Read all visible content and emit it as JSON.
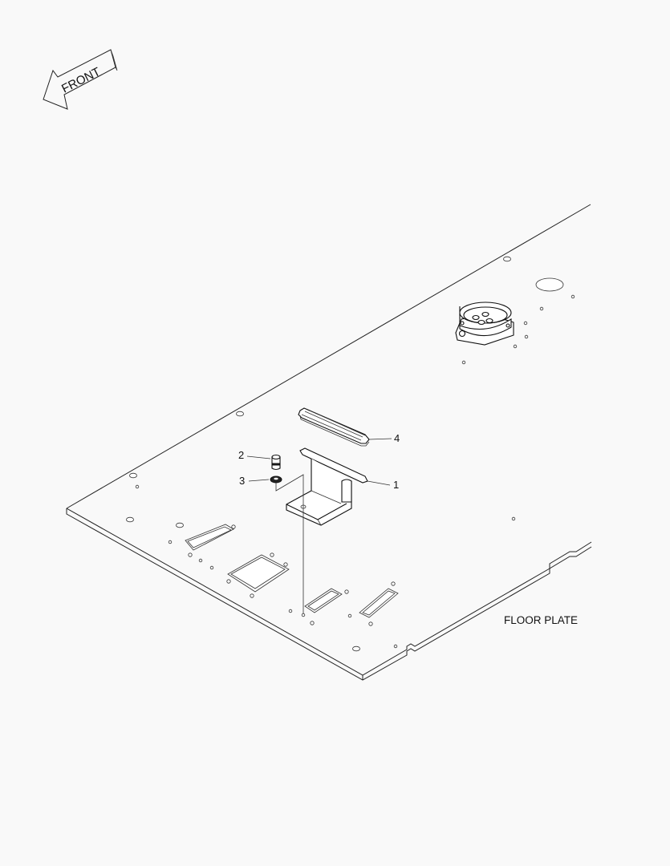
{
  "orientation": {
    "label": "FRONT",
    "icon": "front-arrow-icon"
  },
  "assembly": {
    "caption": "FLOOR PLATE"
  },
  "callouts": [
    {
      "id": "1",
      "text": "1"
    },
    {
      "id": "2",
      "text": "2"
    },
    {
      "id": "3",
      "text": "3"
    },
    {
      "id": "4",
      "text": "4"
    }
  ]
}
